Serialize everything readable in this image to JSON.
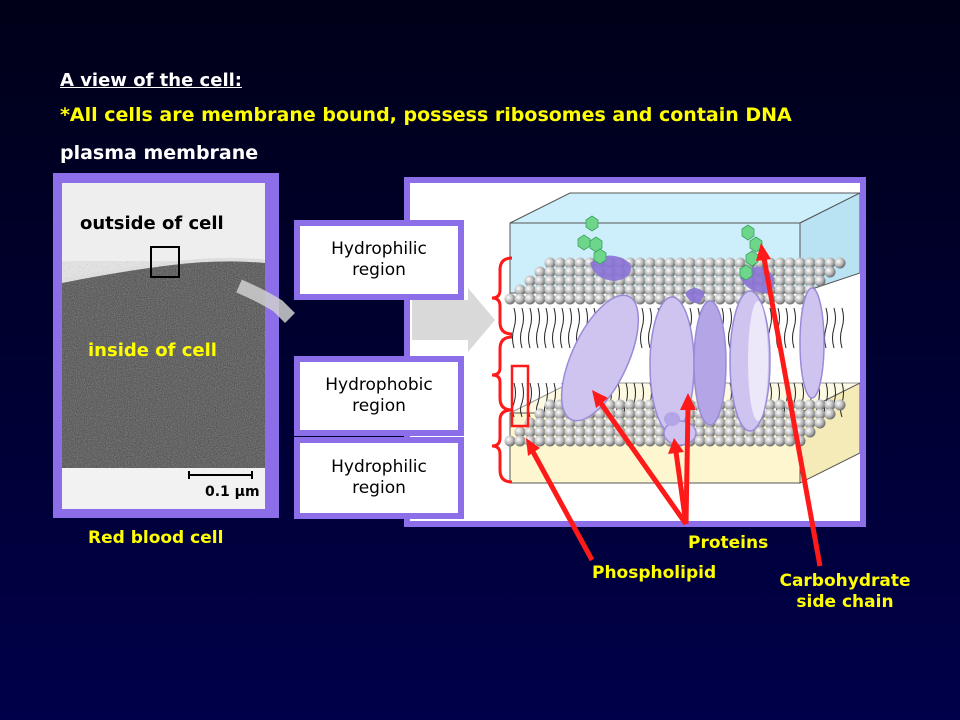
{
  "header": {
    "title": "A view of the cell:",
    "subtitle": "*All cells are membrane bound, possess ribosomes and contain DNA",
    "subtitle2": "plasma membrane"
  },
  "rbc": {
    "outside_label": "outside of cell",
    "inside_label": "inside of cell",
    "scale_label": "0.1 µm",
    "caption": "Red blood cell"
  },
  "regions": {
    "top": "Hydrophilic\nregion",
    "middle": "Hydrophobic\nregion",
    "bottom": "Hydrophilic\nregion"
  },
  "labels": {
    "proteins": "Proteins",
    "phospholipid": "Phospholipid",
    "carbohydrate": "Carbohydrate\nside chain"
  },
  "colors": {
    "accent_frame": "#8c6fe8",
    "arrow_red": "#ff1a1a",
    "label_yellow": "#ffff00",
    "extracellular_blue": "#cdeefb",
    "cytoplasm_yellow": "#fdf6cf",
    "protein_lavender": "#cfc4f0",
    "carbohydrate_green": "#6dd68a"
  }
}
